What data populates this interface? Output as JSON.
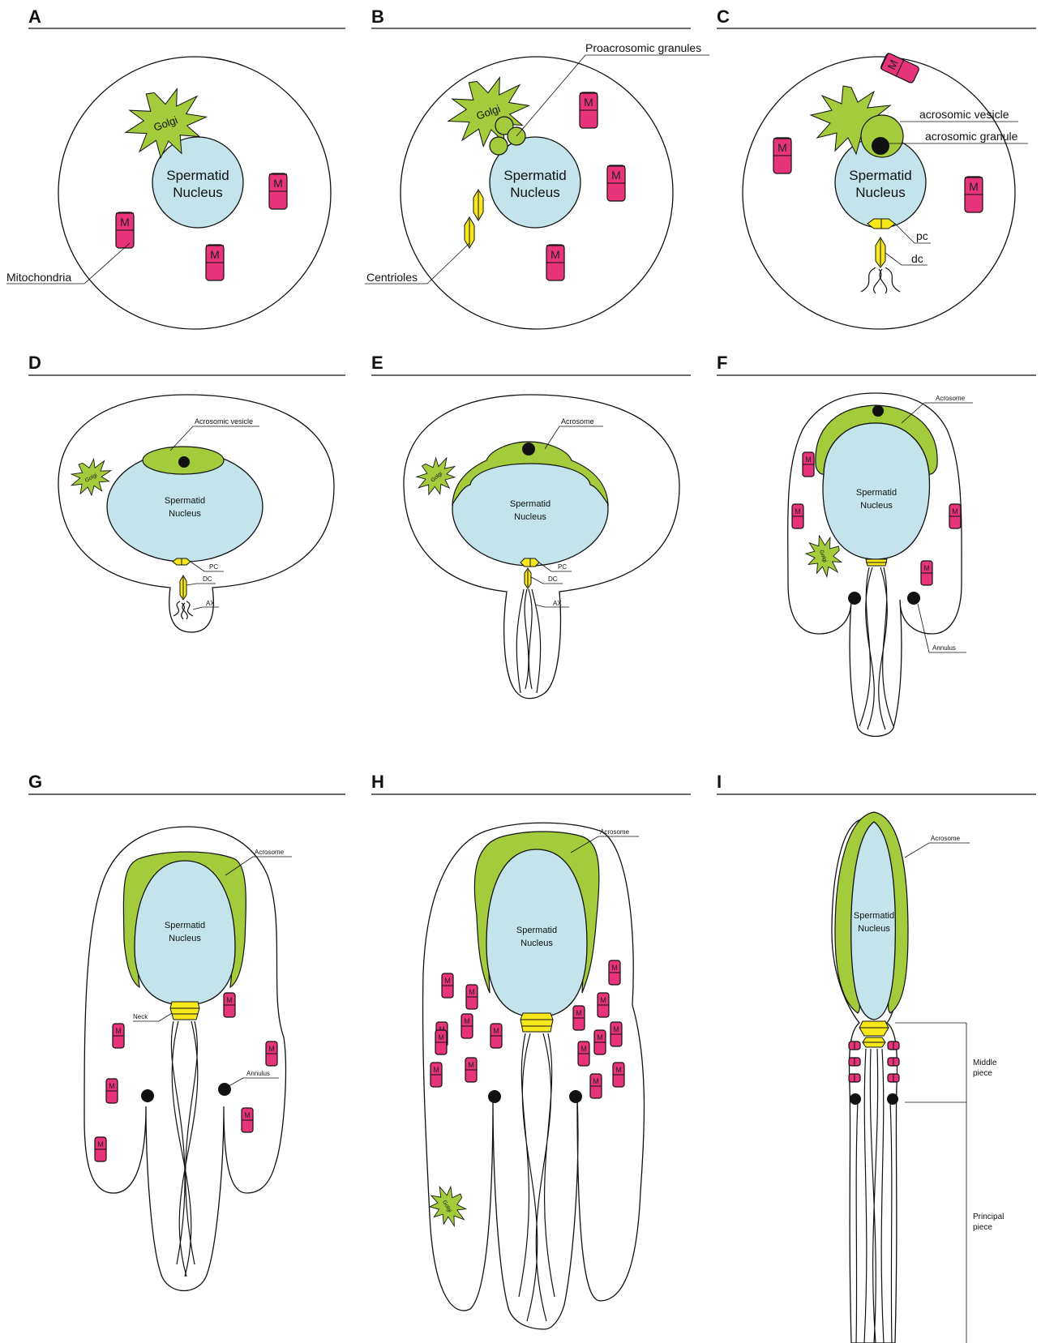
{
  "panels": {
    "a": "A",
    "b": "B",
    "c": "C",
    "d": "D",
    "e": "E",
    "f": "F",
    "g": "G",
    "h": "H",
    "i": "I"
  },
  "labels": {
    "spermatid": "Spermatid",
    "nucleus": "Nucleus",
    "golgi": "Golgi",
    "mito": "M",
    "mitochondria": "Mitochondria",
    "centrioles": "Centrioles",
    "proacrosomic_granules": "Proacrosomic granules",
    "acrosomic_vesicle": "acrosomic vesicle",
    "acrosomic_granule": "acrosomic granule",
    "pc": "pc",
    "dc": "dc",
    "acrosomic_vesicle_cap": "Acrosomic vesicle",
    "pc_cap": "PC",
    "dc_cap": "DC",
    "ax": "AX",
    "acrosome": "Acrosome",
    "annulus": "Annulus",
    "neck": "Neck",
    "middle_piece_1": "Middle",
    "middle_piece_2": "piece",
    "principal_piece_1": "Principal",
    "principal_piece_2": "piece"
  },
  "colors": {
    "nucleus": "#c3e4ea",
    "acrosome_golgi": "#a4cb3b",
    "mitochondria": "#e6337a",
    "centrioles": "#f7e81b"
  }
}
